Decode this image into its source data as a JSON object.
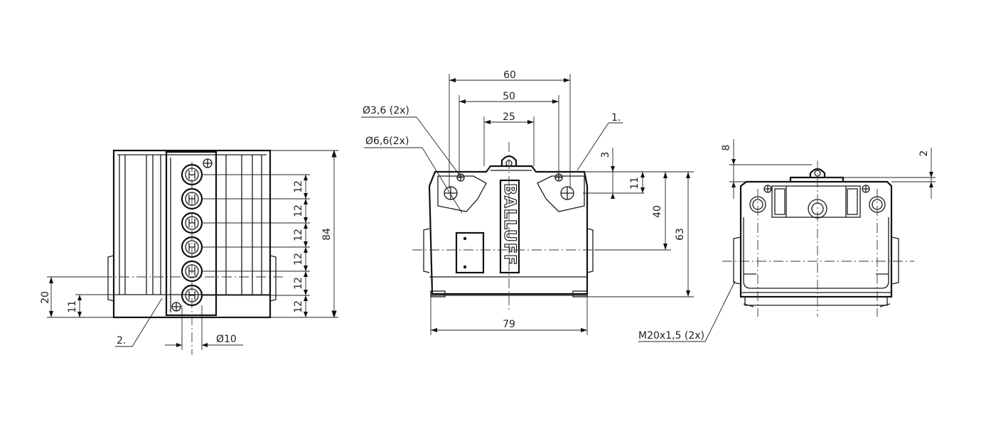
{
  "dims": {
    "left": {
      "pitch": [
        "12",
        "12",
        "12",
        "12",
        "12",
        "12"
      ],
      "height": "84",
      "h20": "20",
      "h11": "11",
      "dia10": "Ø10",
      "callout": "2."
    },
    "center": {
      "w60": "60",
      "w50": "50",
      "w25": "25",
      "hole36": "Ø3,6 (2x)",
      "hole66": "Ø6,6(2x)",
      "callout": "1.",
      "h3": "3",
      "h11": "11",
      "h40": "40",
      "h63": "63",
      "w79": "79",
      "brand": "BALLUFF"
    },
    "right": {
      "h8": "8",
      "h2": "2",
      "thread": "M20x1,5 (2x)"
    }
  }
}
